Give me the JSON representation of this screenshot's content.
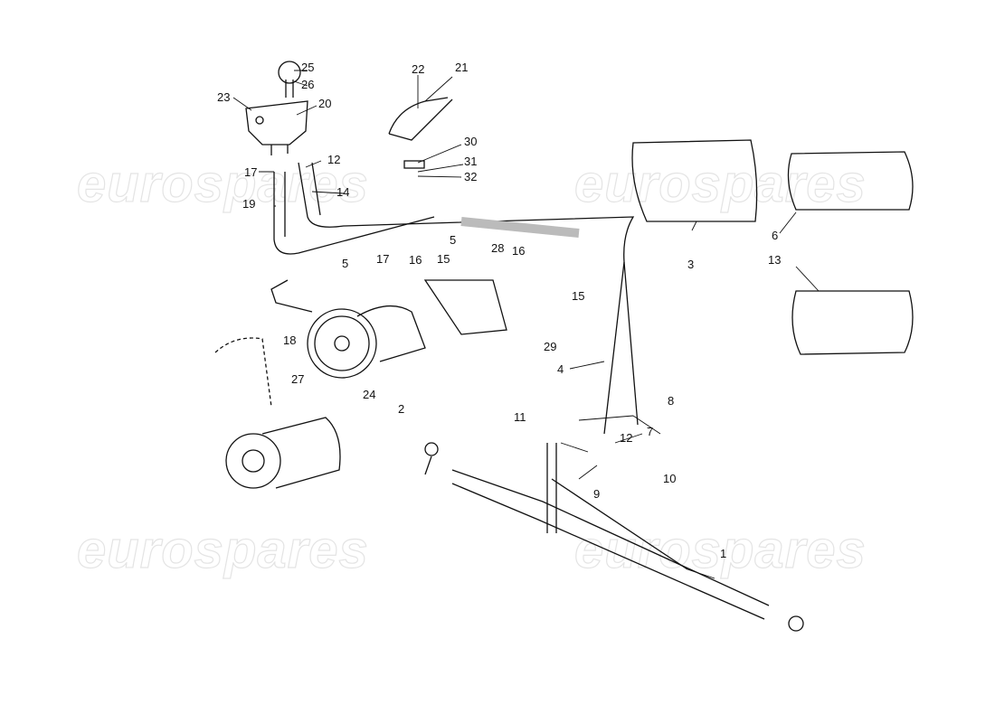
{
  "watermark": "eurospares",
  "callouts": [
    "25",
    "26",
    "22",
    "21",
    "23",
    "20",
    "30",
    "17",
    "12",
    "31",
    "32",
    "19",
    "14",
    "5",
    "3",
    "6",
    "28",
    "16",
    "5",
    "17",
    "16",
    "15",
    "15",
    "13",
    "18",
    "29",
    "4",
    "27",
    "24",
    "2",
    "8",
    "7",
    "11",
    "12",
    "10",
    "9",
    "1"
  ]
}
